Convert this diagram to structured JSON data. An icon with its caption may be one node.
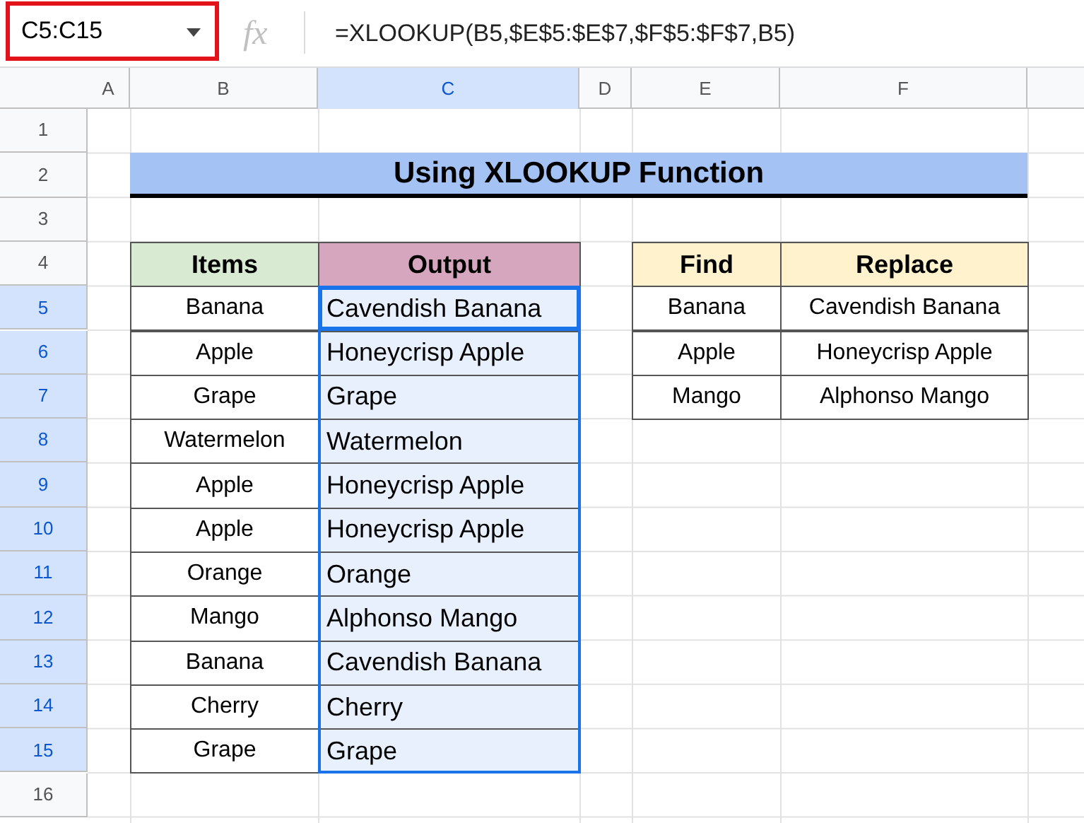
{
  "diagram": {
    "labels": [
      "C5:C15",
      "fx",
      "=XLOOKUP(B5,$E$5:$E$7,$F$5:$F$7,B5)",
      "A",
      "B",
      "C",
      "D",
      "E",
      "F",
      "1",
      "2",
      "3",
      "4",
      "5",
      "6",
      "7",
      "8",
      "9",
      "10",
      "11",
      "12",
      "13",
      "14",
      "15",
      "16",
      "Using XLOOKUP Function",
      "Items",
      "Output",
      "Find",
      "Replace",
      "Banana",
      "Cavendish Banana",
      "Banana",
      "Cavendish Banana",
      "Apple",
      "Honeycrisp Apple",
      "Apple",
      "Honeycrisp Apple",
      "Grape",
      "Grape",
      "Mango",
      "Alphonso Mango",
      "Watermelon",
      "Watermelon",
      "Apple",
      "Honeycrisp Apple",
      "Apple",
      "Honeycrisp Apple",
      "Orange",
      "Orange",
      "Mango",
      "Alphonso Mango",
      "Banana",
      "Cavendish Banana",
      "Cherry",
      "Cherry",
      "Grape",
      "Grape"
    ]
  }
}
